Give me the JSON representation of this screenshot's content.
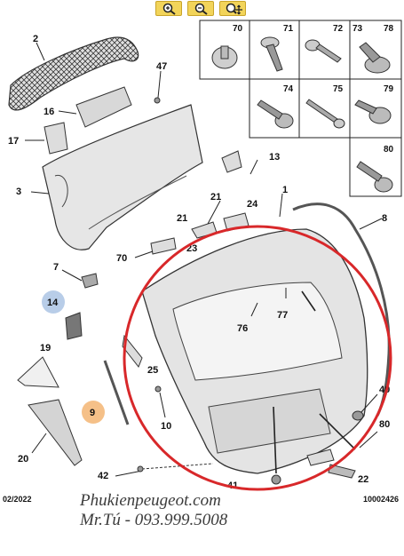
{
  "toolbar": {
    "buttons": [
      {
        "name": "zoom-in",
        "icon": "zoom-in-icon"
      },
      {
        "name": "zoom-out",
        "icon": "zoom-out-icon"
      },
      {
        "name": "zoom-pan",
        "icon": "zoom-pan-icon"
      }
    ]
  },
  "callouts": {
    "n1": "1",
    "n2": "2",
    "n3": "3",
    "n7": "7",
    "n8": "8",
    "n9": "9",
    "n10": "10",
    "n13": "13",
    "n14": "14",
    "n16": "16",
    "n17": "17",
    "n19": "19",
    "n20": "20",
    "n21a": "21",
    "n21b": "21",
    "n22": "22",
    "n23": "23",
    "n24": "24",
    "n25": "25",
    "n40": "40",
    "n41": "41",
    "n42": "42",
    "n47": "47",
    "n70": "70",
    "n76": "76",
    "n77": "77",
    "n80": "80"
  },
  "fastener_grid": {
    "c70": "70",
    "c71": "71",
    "c72": "72",
    "c73": "73",
    "c78": "78",
    "c74": "74",
    "c75": "75",
    "c79": "79",
    "c80": "80"
  },
  "footer": {
    "date": "02/2022",
    "reference": "10002426"
  },
  "watermark": {
    "site": "Phukienpeugeot.com",
    "contact": "Mr.Tú - 093.999.5008"
  },
  "colors": {
    "highlight_circle": "#d8282a",
    "callout_blue": "#b8cde8",
    "callout_orange": "#f5c088",
    "part_fill": "#e4e4e4",
    "line": "#333333"
  }
}
